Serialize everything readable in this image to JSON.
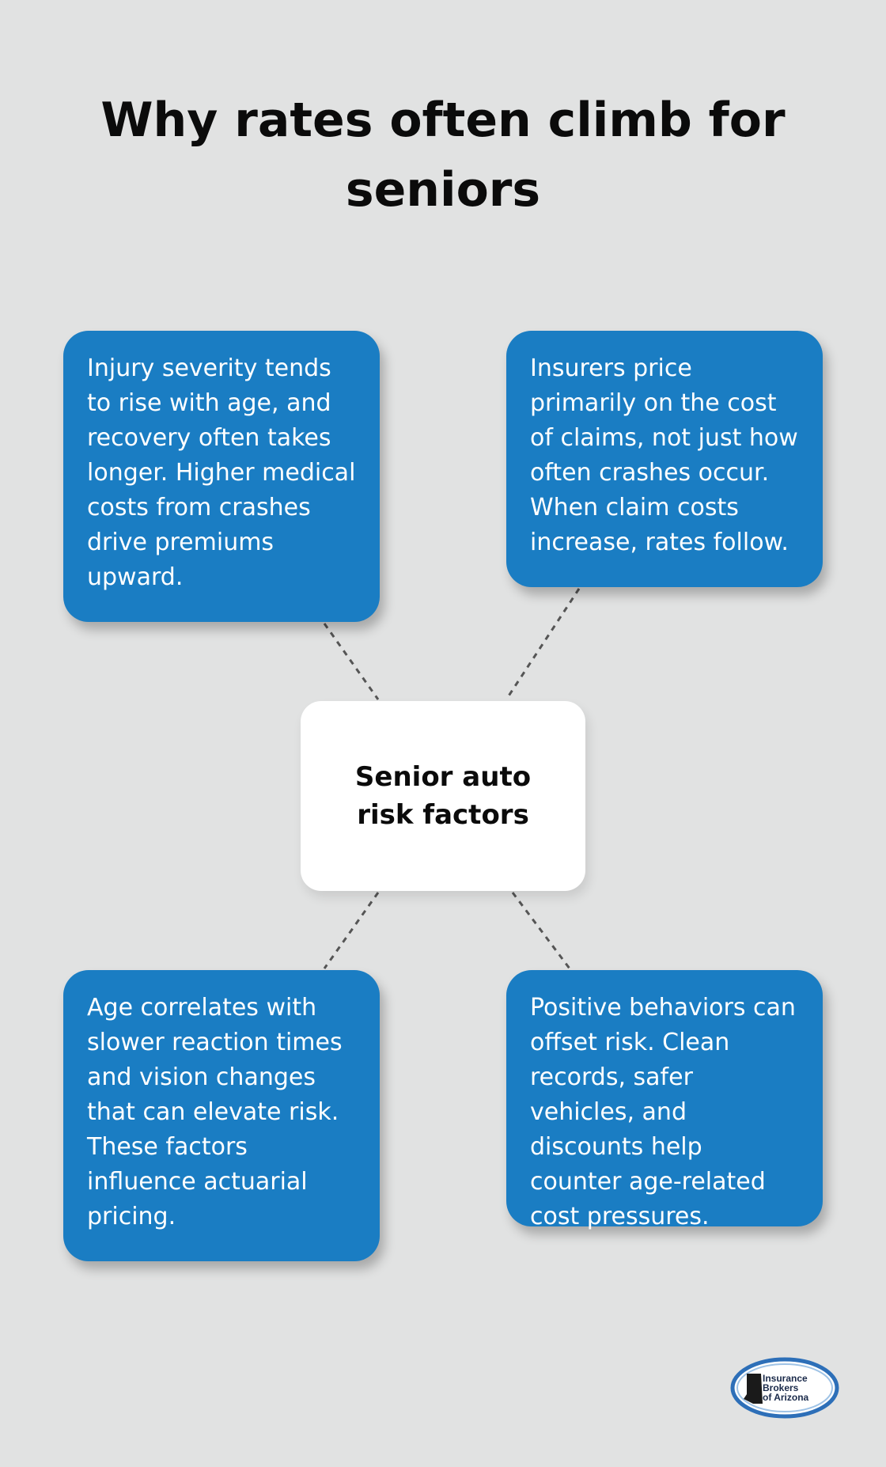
{
  "title": "Why rates often climb for seniors",
  "center": {
    "label": "Senior auto risk factors"
  },
  "cards": [
    {
      "position": "top-left",
      "text": "Injury severity tends to rise with age, and recovery often takes longer. Higher medical costs from crashes drive premiums upward."
    },
    {
      "position": "top-right",
      "text": "Insurers price primarily on the cost of claims, not just how often crashes occur. When claim costs increase, rates follow."
    },
    {
      "position": "bottom-left",
      "text": "Age correlates with slower reaction times and vision changes that can elevate risk. These factors influence actuarial pricing."
    },
    {
      "position": "bottom-right",
      "text": "Positive behaviors can offset risk. Clean records, safer vehicles, and discounts help counter age-related cost pressures."
    }
  ],
  "logo": {
    "text": "Insurance\nBrokers\nof Arizona",
    "icon": "arizona-state-icon"
  },
  "colors": {
    "background": "#e1e2e2",
    "card": "#1a7dc3",
    "card_text": "#ffffff",
    "center_box": "#ffffff",
    "title_text": "#0b0b0b",
    "connector": "#555555"
  }
}
